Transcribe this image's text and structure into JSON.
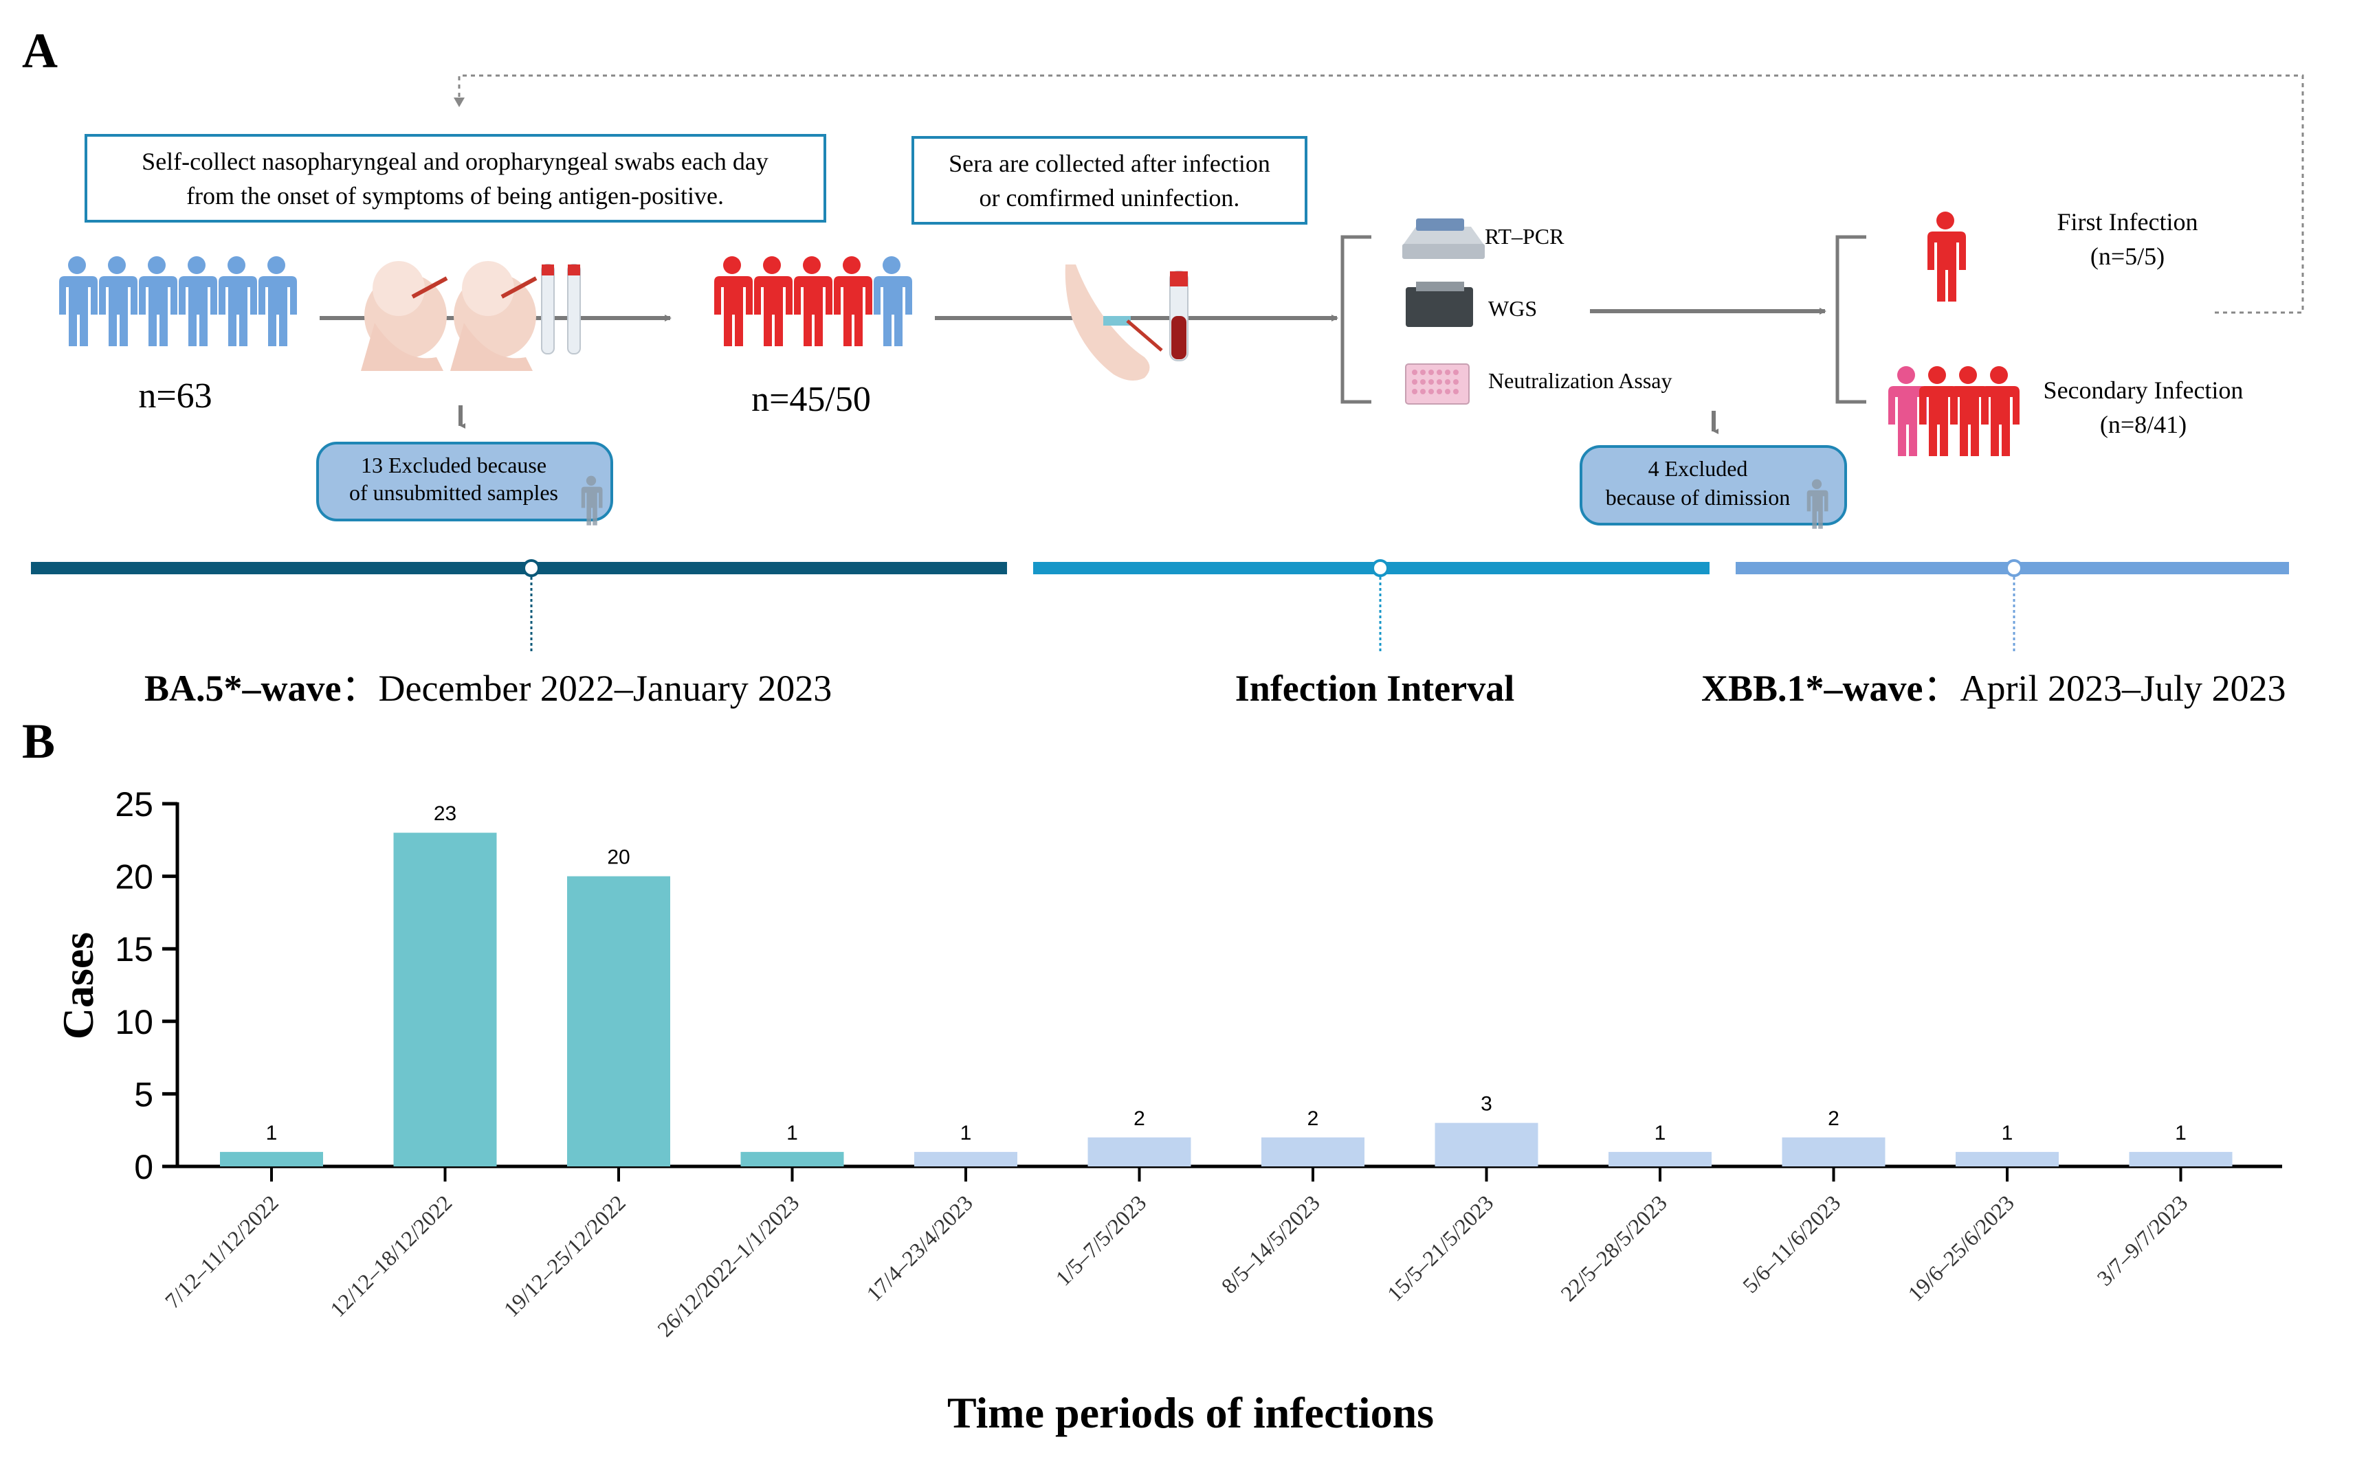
{
  "panel_a": {
    "label": "A",
    "box1_line1": "Self-collect nasopharyngeal and oropharyngeal swabs each day",
    "box1_line2": "from the onset of symptoms of being antigen-positive.",
    "box2_line1": "Sera are collected after infection",
    "box2_line2": "or comfirmed uninfection.",
    "n_start": "n=63",
    "n_infected": "n=45/50",
    "excluded1_line1": "13 Excluded because",
    "excluded1_line2": "of unsubmitted samples",
    "excluded2_line1": "4 Excluded",
    "excluded2_line2": "because of dimission",
    "assays": [
      "RT–PCR",
      "WGS",
      "Neutralization Assay"
    ],
    "first_infection_line1": "First Infection",
    "first_infection_line2": "(n=5/5)",
    "secondary_infection_line1": "Secondary Infection",
    "secondary_infection_line2": "(n=8/41)",
    "wave1_name": "BA.5*–wave",
    "wave1_dates": "December 2022–January 2023",
    "interval_name": "Infection Interval",
    "wave2_name": "XBB.1*–wave",
    "wave2_dates": "April 2023–July 2023",
    "colors": {
      "blue_person": "#6fa3dd",
      "red_person": "#e5292b",
      "pink_person": "#e8548f",
      "timeline1": "#0b5878",
      "timeline2": "#1696c8",
      "timeline3": "#6fa2dc",
      "box_border": "#1f86b5",
      "excluded_fill": "#9fc0e3"
    }
  },
  "panel_b": {
    "label": "B",
    "ylabel": "Cases",
    "xlabel": "Time periods of infections"
  },
  "chart_data": {
    "type": "bar",
    "categories": [
      "7/12–11/12/2022",
      "12/12–18/12/2022",
      "19/12–25/12/2022",
      "26/12/2022–1/1/2023",
      "17/4–23/4/2023",
      "1/5–7/5/2023",
      "8/5–14/5/2023",
      "15/5–21/5/2023",
      "22/5–28/5/2023",
      "5/6–11/6/2023",
      "19/6–25/6/2023",
      "3/7–9/7/2023"
    ],
    "values": [
      1,
      23,
      20,
      1,
      1,
      2,
      2,
      3,
      1,
      2,
      1,
      1
    ],
    "bar_colors": [
      "#6fc5cd",
      "#6fc5cd",
      "#6fc5cd",
      "#6fc5cd",
      "#bfd4f0",
      "#bfd4f0",
      "#bfd4f0",
      "#bfd4f0",
      "#bfd4f0",
      "#bfd4f0",
      "#bfd4f0",
      "#bfd4f0"
    ],
    "ylim": [
      0,
      25
    ],
    "yticks": [
      0,
      5,
      10,
      15,
      20,
      25
    ],
    "ylabel": "Cases",
    "xlabel": "Time periods of infections",
    "grid": false
  }
}
